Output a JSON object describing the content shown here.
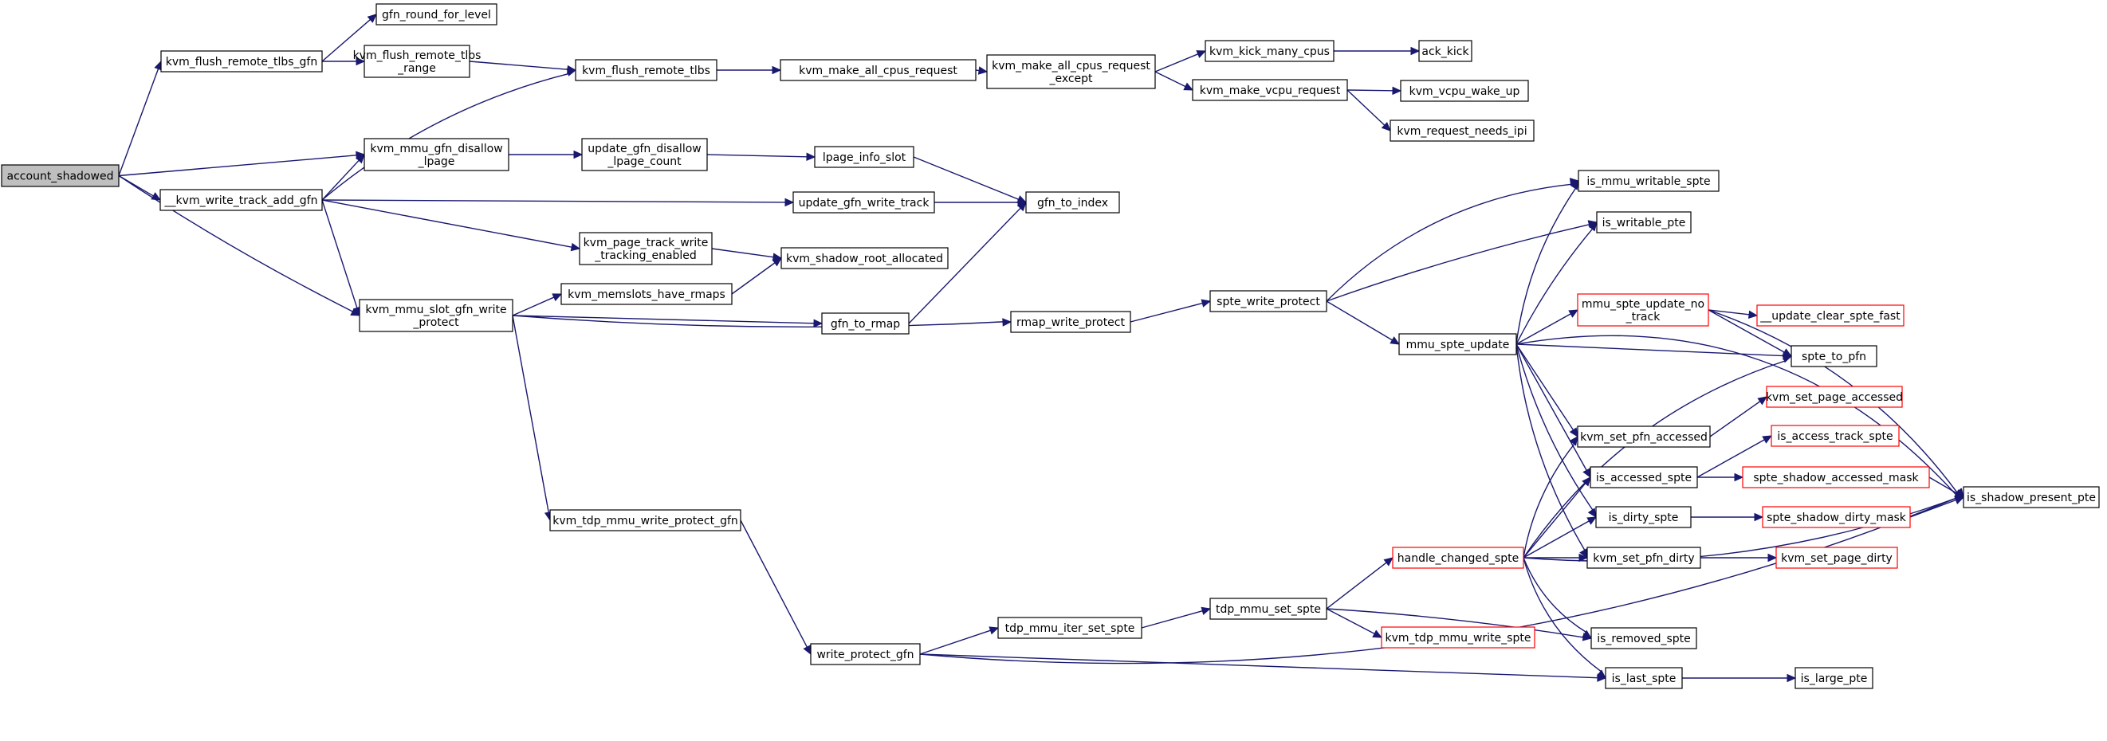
{
  "diagram": {
    "type": "call-graph",
    "colors": {
      "edge": "#191970",
      "node_border": "#000000",
      "truncated_border": "#ff0000",
      "root_fill": "#bfbfbf"
    },
    "nodes": [
      {
        "id": "account_shadowed",
        "label": [
          "account_shadowed"
        ],
        "style": "root"
      },
      {
        "id": "kvm_flush_remote_tlbs_gfn",
        "label": [
          "kvm_flush_remote_tlbs_gfn"
        ]
      },
      {
        "id": "gfn_round_for_level",
        "label": [
          "gfn_round_for_level"
        ]
      },
      {
        "id": "kvm_flush_remote_tlbs_range",
        "label": [
          "kvm_flush_remote_tlbs",
          "_range"
        ]
      },
      {
        "id": "kvm_flush_remote_tlbs",
        "label": [
          "kvm_flush_remote_tlbs"
        ]
      },
      {
        "id": "kvm_make_all_cpus_request",
        "label": [
          "kvm_make_all_cpus_request"
        ]
      },
      {
        "id": "kvm_make_all_cpus_request_except",
        "label": [
          "kvm_make_all_cpus_request",
          "_except"
        ]
      },
      {
        "id": "kvm_kick_many_cpus",
        "label": [
          "kvm_kick_many_cpus"
        ]
      },
      {
        "id": "ack_kick",
        "label": [
          "ack_kick"
        ]
      },
      {
        "id": "kvm_make_vcpu_request",
        "label": [
          "kvm_make_vcpu_request"
        ]
      },
      {
        "id": "kvm_vcpu_wake_up",
        "label": [
          "kvm_vcpu_wake_up"
        ]
      },
      {
        "id": "kvm_request_needs_ipi",
        "label": [
          "kvm_request_needs_ipi"
        ]
      },
      {
        "id": "kvm_mmu_gfn_disallow_lpage",
        "label": [
          "kvm_mmu_gfn_disallow",
          "_lpage"
        ]
      },
      {
        "id": "update_gfn_disallow_lpage_count",
        "label": [
          "update_gfn_disallow",
          "_lpage_count"
        ]
      },
      {
        "id": "lpage_info_slot",
        "label": [
          "lpage_info_slot"
        ]
      },
      {
        "id": "__kvm_write_track_add_gfn",
        "label": [
          "__kvm_write_track_add_gfn"
        ]
      },
      {
        "id": "update_gfn_write_track",
        "label": [
          "update_gfn_write_track"
        ]
      },
      {
        "id": "gfn_to_index",
        "label": [
          "gfn_to_index"
        ]
      },
      {
        "id": "kvm_page_track_write_tracking_enabled",
        "label": [
          "kvm_page_track_write",
          "_tracking_enabled"
        ]
      },
      {
        "id": "kvm_shadow_root_allocated",
        "label": [
          "kvm_shadow_root_allocated"
        ]
      },
      {
        "id": "kvm_mmu_slot_gfn_write_protect",
        "label": [
          "kvm_mmu_slot_gfn_write",
          "_protect"
        ]
      },
      {
        "id": "kvm_memslots_have_rmaps",
        "label": [
          "kvm_memslots_have_rmaps"
        ]
      },
      {
        "id": "gfn_to_rmap",
        "label": [
          "gfn_to_rmap"
        ]
      },
      {
        "id": "rmap_write_protect",
        "label": [
          "rmap_write_protect"
        ]
      },
      {
        "id": "spte_write_protect",
        "label": [
          "spte_write_protect"
        ]
      },
      {
        "id": "is_mmu_writable_spte",
        "label": [
          "is_mmu_writable_spte"
        ]
      },
      {
        "id": "is_writable_pte",
        "label": [
          "is_writable_pte"
        ]
      },
      {
        "id": "mmu_spte_update",
        "label": [
          "mmu_spte_update"
        ]
      },
      {
        "id": "mmu_spte_update_no_track",
        "label": [
          "mmu_spte_update_no",
          "_track"
        ],
        "style": "red"
      },
      {
        "id": "__update_clear_spte_fast",
        "label": [
          "__update_clear_spte_fast"
        ],
        "style": "red"
      },
      {
        "id": "spte_to_pfn",
        "label": [
          "spte_to_pfn"
        ]
      },
      {
        "id": "kvm_set_page_accessed",
        "label": [
          "kvm_set_page_accessed"
        ],
        "style": "red"
      },
      {
        "id": "kvm_set_pfn_accessed",
        "label": [
          "kvm_set_pfn_accessed"
        ]
      },
      {
        "id": "is_access_track_spte",
        "label": [
          "is_access_track_spte"
        ],
        "style": "red"
      },
      {
        "id": "is_accessed_spte",
        "label": [
          "is_accessed_spte"
        ]
      },
      {
        "id": "spte_shadow_accessed_mask",
        "label": [
          "spte_shadow_accessed_mask"
        ],
        "style": "red"
      },
      {
        "id": "is_shadow_present_pte",
        "label": [
          "is_shadow_present_pte"
        ]
      },
      {
        "id": "is_dirty_spte",
        "label": [
          "is_dirty_spte"
        ]
      },
      {
        "id": "spte_shadow_dirty_mask",
        "label": [
          "spte_shadow_dirty_mask"
        ],
        "style": "red"
      },
      {
        "id": "kvm_tdp_mmu_write_protect_gfn",
        "label": [
          "kvm_tdp_mmu_write_protect_gfn"
        ]
      },
      {
        "id": "handle_changed_spte",
        "label": [
          "handle_changed_spte"
        ],
        "style": "red"
      },
      {
        "id": "kvm_set_pfn_dirty",
        "label": [
          "kvm_set_pfn_dirty"
        ]
      },
      {
        "id": "kvm_set_page_dirty",
        "label": [
          "kvm_set_page_dirty"
        ],
        "style": "red"
      },
      {
        "id": "tdp_mmu_set_spte",
        "label": [
          "tdp_mmu_set_spte"
        ]
      },
      {
        "id": "tdp_mmu_iter_set_spte",
        "label": [
          "tdp_mmu_iter_set_spte"
        ]
      },
      {
        "id": "kvm_tdp_mmu_write_spte",
        "label": [
          "kvm_tdp_mmu_write_spte"
        ],
        "style": "red"
      },
      {
        "id": "is_removed_spte",
        "label": [
          "is_removed_spte"
        ]
      },
      {
        "id": "write_protect_gfn",
        "label": [
          "write_protect_gfn"
        ]
      },
      {
        "id": "is_last_spte",
        "label": [
          "is_last_spte"
        ]
      },
      {
        "id": "is_large_pte",
        "label": [
          "is_large_pte"
        ]
      }
    ],
    "edges": [
      [
        "account_shadowed",
        "kvm_flush_remote_tlbs_gfn"
      ],
      [
        "account_shadowed",
        "kvm_mmu_gfn_disallow_lpage"
      ],
      [
        "account_shadowed",
        "__kvm_write_track_add_gfn"
      ],
      [
        "account_shadowed",
        "kvm_mmu_slot_gfn_write_protect"
      ],
      [
        "kvm_flush_remote_tlbs_gfn",
        "gfn_round_for_level"
      ],
      [
        "kvm_flush_remote_tlbs_gfn",
        "kvm_flush_remote_tlbs_range"
      ],
      [
        "kvm_flush_remote_tlbs_range",
        "kvm_flush_remote_tlbs"
      ],
      [
        "kvm_flush_remote_tlbs",
        "kvm_make_all_cpus_request"
      ],
      [
        "kvm_make_all_cpus_request",
        "kvm_make_all_cpus_request_except"
      ],
      [
        "kvm_make_all_cpus_request_except",
        "kvm_kick_many_cpus"
      ],
      [
        "kvm_make_all_cpus_request_except",
        "kvm_make_vcpu_request"
      ],
      [
        "kvm_kick_many_cpus",
        "ack_kick"
      ],
      [
        "kvm_make_vcpu_request",
        "kvm_vcpu_wake_up"
      ],
      [
        "kvm_make_vcpu_request",
        "kvm_request_needs_ipi"
      ],
      [
        "kvm_mmu_gfn_disallow_lpage",
        "update_gfn_disallow_lpage_count"
      ],
      [
        "update_gfn_disallow_lpage_count",
        "lpage_info_slot"
      ],
      [
        "lpage_info_slot",
        "gfn_to_index"
      ],
      [
        "__kvm_write_track_add_gfn",
        "kvm_flush_remote_tlbs"
      ],
      [
        "__kvm_write_track_add_gfn",
        "kvm_mmu_gfn_disallow_lpage"
      ],
      [
        "__kvm_write_track_add_gfn",
        "update_gfn_write_track"
      ],
      [
        "__kvm_write_track_add_gfn",
        "kvm_page_track_write_tracking_enabled"
      ],
      [
        "__kvm_write_track_add_gfn",
        "kvm_mmu_slot_gfn_write_protect"
      ],
      [
        "update_gfn_write_track",
        "gfn_to_index"
      ],
      [
        "kvm_page_track_write_tracking_enabled",
        "kvm_shadow_root_allocated"
      ],
      [
        "kvm_mmu_slot_gfn_write_protect",
        "kvm_memslots_have_rmaps"
      ],
      [
        "kvm_mmu_slot_gfn_write_protect",
        "gfn_to_rmap"
      ],
      [
        "kvm_mmu_slot_gfn_write_protect",
        "rmap_write_protect"
      ],
      [
        "kvm_mmu_slot_gfn_write_protect",
        "kvm_tdp_mmu_write_protect_gfn"
      ],
      [
        "kvm_memslots_have_rmaps",
        "kvm_shadow_root_allocated"
      ],
      [
        "gfn_to_rmap",
        "gfn_to_index"
      ],
      [
        "rmap_write_protect",
        "spte_write_protect"
      ],
      [
        "spte_write_protect",
        "is_mmu_writable_spte"
      ],
      [
        "spte_write_protect",
        "is_writable_pte"
      ],
      [
        "spte_write_protect",
        "mmu_spte_update"
      ],
      [
        "mmu_spte_update",
        "is_mmu_writable_spte"
      ],
      [
        "mmu_spte_update",
        "is_writable_pte"
      ],
      [
        "mmu_spte_update",
        "mmu_spte_update_no_track"
      ],
      [
        "mmu_spte_update",
        "is_shadow_present_pte"
      ],
      [
        "mmu_spte_update",
        "spte_to_pfn"
      ],
      [
        "mmu_spte_update",
        "kvm_set_pfn_accessed"
      ],
      [
        "mmu_spte_update",
        "is_accessed_spte"
      ],
      [
        "mmu_spte_update",
        "is_dirty_spte"
      ],
      [
        "mmu_spte_update",
        "kvm_set_pfn_dirty"
      ],
      [
        "mmu_spte_update_no_track",
        "__update_clear_spte_fast"
      ],
      [
        "mmu_spte_update_no_track",
        "spte_to_pfn"
      ],
      [
        "mmu_spte_update_no_track",
        "is_shadow_present_pte"
      ],
      [
        "kvm_set_pfn_accessed",
        "kvm_set_page_accessed"
      ],
      [
        "is_accessed_spte",
        "is_access_track_spte"
      ],
      [
        "is_accessed_spte",
        "spte_shadow_accessed_mask"
      ],
      [
        "spte_shadow_accessed_mask",
        "is_shadow_present_pte"
      ],
      [
        "is_dirty_spte",
        "spte_shadow_dirty_mask"
      ],
      [
        "spte_shadow_dirty_mask",
        "is_shadow_present_pte"
      ],
      [
        "kvm_set_pfn_dirty",
        "kvm_set_page_dirty"
      ],
      [
        "kvm_tdp_mmu_write_protect_gfn",
        "write_protect_gfn"
      ],
      [
        "write_protect_gfn",
        "tdp_mmu_iter_set_spte"
      ],
      [
        "write_protect_gfn",
        "is_last_spte"
      ],
      [
        "write_protect_gfn",
        "is_shadow_present_pte"
      ],
      [
        "tdp_mmu_iter_set_spte",
        "tdp_mmu_set_spte"
      ],
      [
        "tdp_mmu_set_spte",
        "handle_changed_spte"
      ],
      [
        "tdp_mmu_set_spte",
        "kvm_tdp_mmu_write_spte"
      ],
      [
        "tdp_mmu_set_spte",
        "is_removed_spte"
      ],
      [
        "handle_changed_spte",
        "spte_to_pfn"
      ],
      [
        "handle_changed_spte",
        "kvm_set_pfn_accessed"
      ],
      [
        "handle_changed_spte",
        "is_accessed_spte"
      ],
      [
        "handle_changed_spte",
        "is_dirty_spte"
      ],
      [
        "handle_changed_spte",
        "kvm_set_pfn_dirty"
      ],
      [
        "handle_changed_spte",
        "is_shadow_present_pte"
      ],
      [
        "handle_changed_spte",
        "is_removed_spte"
      ],
      [
        "handle_changed_spte",
        "is_last_spte"
      ],
      [
        "is_last_spte",
        "is_large_pte"
      ]
    ]
  }
}
